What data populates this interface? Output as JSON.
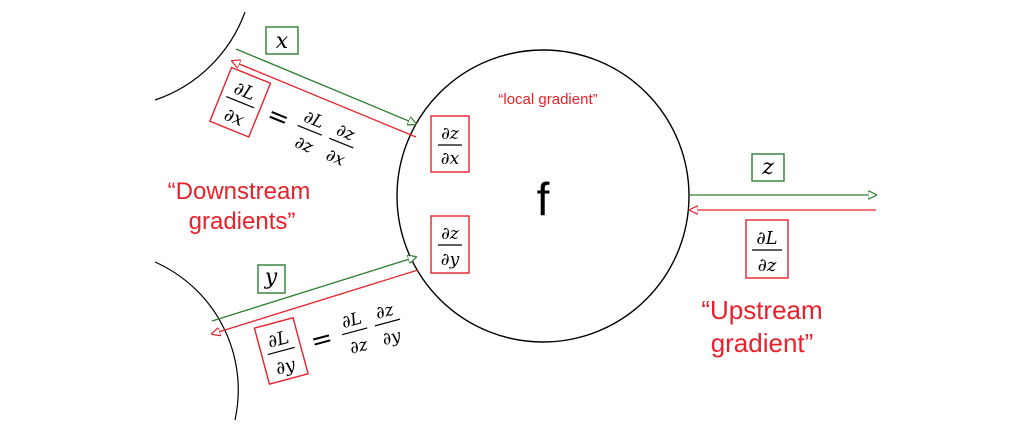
{
  "node": {
    "label": "f",
    "annotation": "“local gradient”"
  },
  "inputs": {
    "x": {
      "name": "x"
    },
    "y": {
      "name": "y"
    },
    "z": {
      "name": "z"
    }
  },
  "partials": {
    "d": "∂",
    "L": "L",
    "x": "x",
    "y": "y",
    "z": "z",
    "equals": "="
  },
  "labels": {
    "downstream_line1": "“Downstream",
    "downstream_line2": "gradients”",
    "upstream_line1": "“Upstream",
    "upstream_line2": "gradient”"
  },
  "colors": {
    "forward": "#2e7d32",
    "backward": "#e8212b",
    "text": "#000000"
  }
}
